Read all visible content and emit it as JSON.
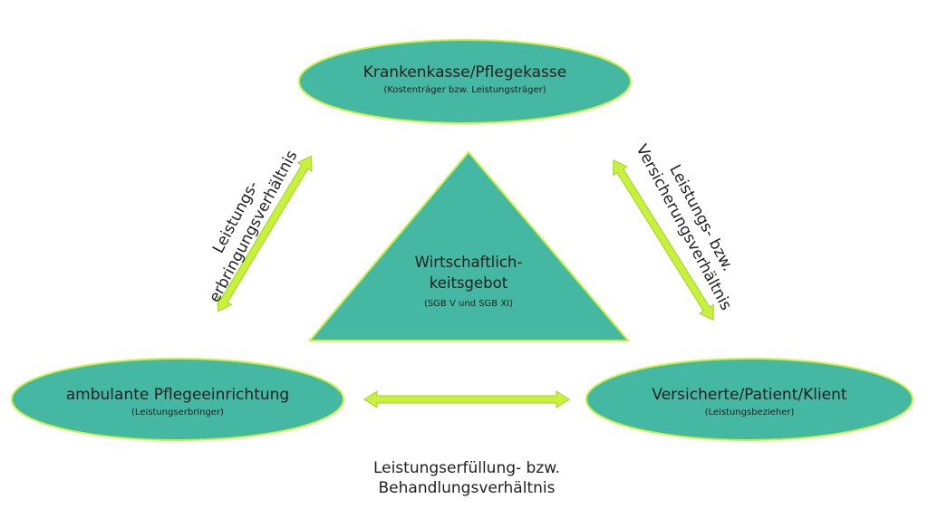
{
  "nodes": {
    "top": {
      "title": "Krankenkasse/Pflegekasse",
      "subtitle": "(Kostenträger bzw. Leistungsträger)"
    },
    "left": {
      "title": "ambulante Pflegeeinrichtung",
      "subtitle": "(Leistungserbringer)"
    },
    "right": {
      "title": "Versicherte/Patient/Klient",
      "subtitle": "(Leistungsbezieher)"
    }
  },
  "center": {
    "line1": "Wirtschaftlich-",
    "line2": "keitsgebot",
    "subtitle": "(SGB V und SGB XI)"
  },
  "relations": {
    "left": {
      "line1": "Leistungs-",
      "line2": "erbringungsverhältnis"
    },
    "right": {
      "line1": "Leistungs- bzw.",
      "line2": "Versicherungsverhältnis"
    },
    "bottom": {
      "line1": "Leistungserfüllung- bzw.",
      "line2": "Behandlungsverhältnis"
    }
  },
  "colors": {
    "fill": "#45b8a4",
    "stroke": "#c8f23a",
    "arrow": "#c8f23a",
    "arrow_outline": "#9fd12a"
  }
}
